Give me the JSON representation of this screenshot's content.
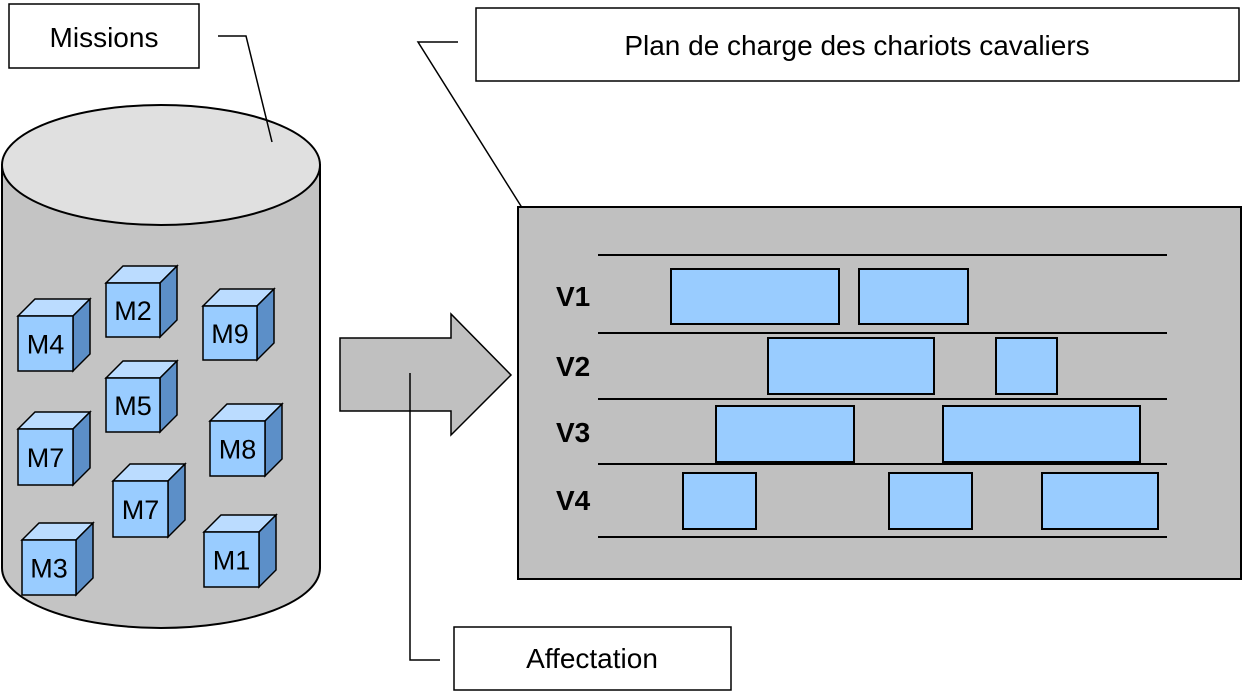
{
  "callouts": {
    "missions": "Missions",
    "plan": "Plan de charge des chariots cavaliers",
    "affectation": "Affectation"
  },
  "cylinder": {
    "missions": [
      {
        "label": "M4"
      },
      {
        "label": "M2"
      },
      {
        "label": "M9"
      },
      {
        "label": "M5"
      },
      {
        "label": "M7"
      },
      {
        "label": "M8"
      },
      {
        "label": "M7"
      },
      {
        "label": "M3"
      },
      {
        "label": "M1",
        "dim": true
      }
    ]
  },
  "plan": {
    "rows": [
      {
        "label": "V1"
      },
      {
        "label": "V2"
      },
      {
        "label": "V3"
      },
      {
        "label": "V4"
      }
    ]
  },
  "colors": {
    "cube_front": "#99ccff",
    "cube_top": "#bbdcff",
    "cube_side": "#5c8fc8",
    "cylinder_body": "#c4c4c4",
    "cylinder_top": "#e0e0e0",
    "plan_bg": "#c0c0c0",
    "task_fill": "#99ccff",
    "arrow_fill": "#c0c0c0"
  }
}
